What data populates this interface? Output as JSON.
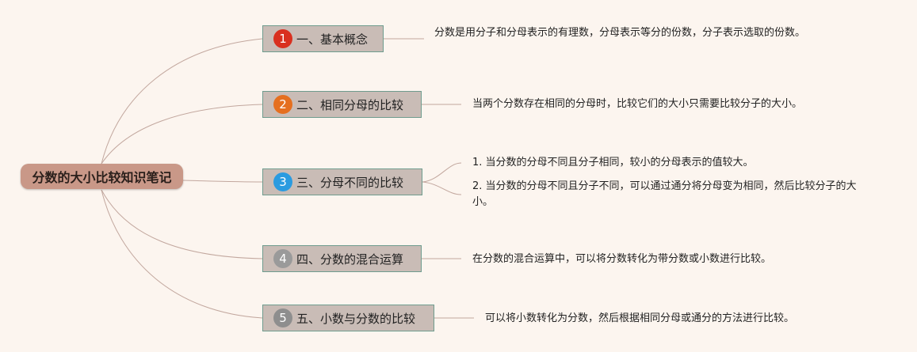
{
  "root": {
    "title": "分数的大小比较知识笔记"
  },
  "branches": [
    {
      "num": "1",
      "label": "一、基本概念",
      "color": "#d9301f",
      "notes": [
        "分数是用分子和分母表示的有理数，分母表示等分的份数，分子表示选取的份数。"
      ]
    },
    {
      "num": "2",
      "label": "二、相同分母的比较",
      "color": "#e56f1f",
      "notes": [
        "当两个分数存在相同的分母时，比较它们的大小只需要比较分子的大小。"
      ]
    },
    {
      "num": "3",
      "label": "三、分母不同的比较",
      "color": "#2b9be0",
      "notes": [
        "1. 当分数的分母不同且分子相同，较小的分母表示的值较大。",
        "2. 当分数的分母不同且分子不同，可以通过通分将分母变为相同，然后比较分子的大小。"
      ]
    },
    {
      "num": "4",
      "label": "四、分数的混合运算",
      "color": "#9a9a9a",
      "notes": [
        "在分数的混合运算中，可以将分数转化为带分数或小数进行比较。"
      ]
    },
    {
      "num": "5",
      "label": "五、小数与分数的比较",
      "color": "#8e8e8e",
      "notes": [
        "可以将小数转化为分数，然后根据相同分母或通分的方法进行比较。"
      ]
    }
  ]
}
